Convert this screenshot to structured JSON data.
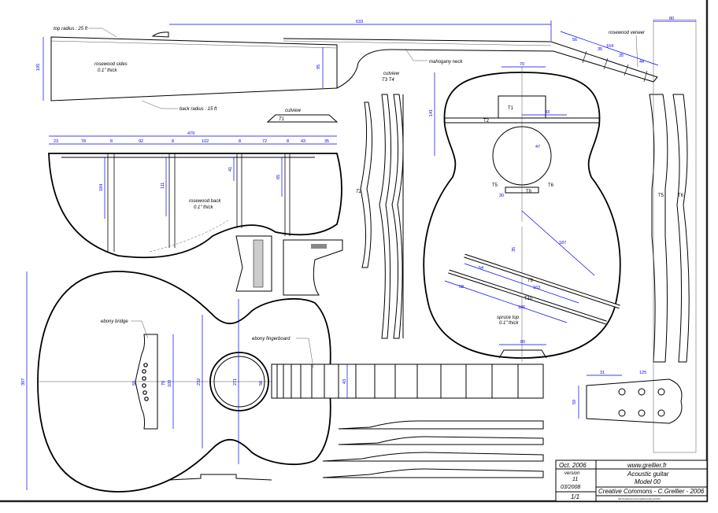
{
  "labels": {
    "top_radius": "top radius : 25 ft",
    "back_radius": "back radius : 15 ft",
    "sides_material": "rosewood sides",
    "sides_thickness": "0.1\" thick",
    "cutview_t1": "cutview",
    "t1": "T1",
    "mahogany_neck": "mahogany neck",
    "rosewood_veneer": "rosewood veneer",
    "cutview_t3t4": "cutview",
    "t3t4": "T3  T4",
    "back_material": "rosewood back",
    "back_thickness": "0.1\" thick",
    "spruce_top": "spruce top",
    "top_thickness": "0.1\" thick",
    "ebony_bridge": "ebony bridge",
    "ebony_fingerboard": "ebony fingerboard",
    "brace_t1": "T1",
    "brace_t2": "T2",
    "brace_t5": "T5",
    "brace_t6": "T6",
    "brace_t8": "T8",
    "brace_t9": "T9",
    "brace_t10": "T10",
    "side_t2": "T2",
    "neck_t5": "T5",
    "neck_t6": "T6"
  },
  "dimensions": {
    "scale_length": "633",
    "sides_height": "105",
    "sides_end": "95",
    "back_width": "479",
    "back_segments": [
      "23",
      "78",
      "8",
      "92",
      "8",
      "102",
      "8",
      "72",
      "8",
      "43",
      "35"
    ],
    "back_brace_heights": [
      "184",
      "111",
      "41",
      "65"
    ],
    "headstock": [
      "56",
      "164",
      "35",
      "35",
      "44"
    ],
    "headstock_width": "80",
    "top_upper_width": "70",
    "top_upper_len": "141",
    "top_93": "93",
    "top_hole": "47",
    "top_30": "30",
    "top_35": "35",
    "top_187": "187",
    "top_163": "163",
    "top_186": "186",
    "top_54": "54",
    "top_58": "58",
    "top_lower": "80",
    "body_length": "397",
    "waist": "232",
    "upper_bout": "271",
    "bridge_55": "55",
    "bridge_70": "70",
    "bridge_100": "100",
    "nut_56": "56",
    "neck_43": "43",
    "peghead_31": "31",
    "peghead_125": "125",
    "peghead_59": "59"
  },
  "title_block": {
    "date": "Oct. 2006",
    "website": "www.grellier.fr",
    "version_label": "version",
    "version_number": "11",
    "version_date": "03/2008",
    "title": "Acoustic guitar",
    "model": "Model 00",
    "license": "Creative Commons - C.Grellier - 2006",
    "license_url": "http://creativecommons.org/licenses/by-sa/3.0/fr/",
    "sheet": "1/1"
  },
  "colors": {
    "dimension": "#0000ee",
    "line": "#000000"
  }
}
